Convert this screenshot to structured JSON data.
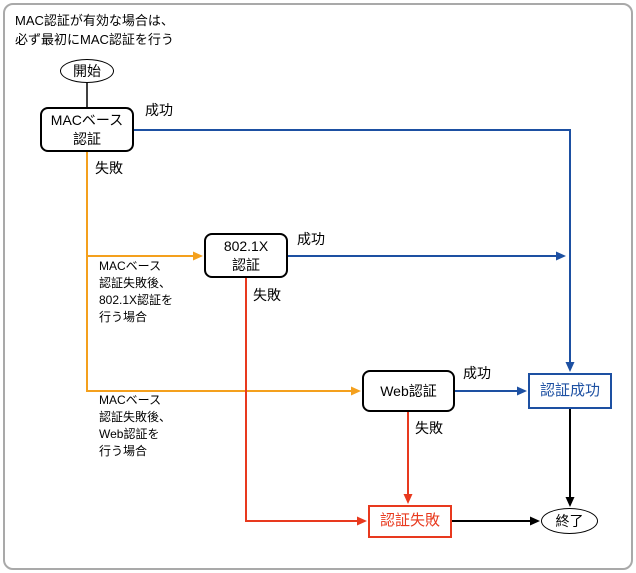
{
  "colors": {
    "blue": "#1d50a2",
    "orange": "#f4a01d",
    "red": "#e8391e",
    "line": "#000000",
    "frame": "#a9a9a9"
  },
  "note": "MAC認証が有効な場合は、\n必ず最初にMAC認証を行う",
  "nodes": {
    "start": "開始",
    "mac": "MACベース\n認証",
    "dot1x": "802.1X\n認証",
    "web": "Web認証",
    "success": "認証成功",
    "fail": "認証失敗",
    "end": "終了"
  },
  "labels": {
    "mac_success": "成功",
    "mac_fail": "失敗",
    "dot1x_success": "成功",
    "dot1x_fail": "失敗",
    "web_success": "成功",
    "web_fail": "失敗",
    "branch_dot1x": "MACベース\n認証失敗後、\n802.1X認証を\n行う場合",
    "branch_web": "MACベース\n認証失敗後、\nWeb認証を\n行う場合"
  }
}
